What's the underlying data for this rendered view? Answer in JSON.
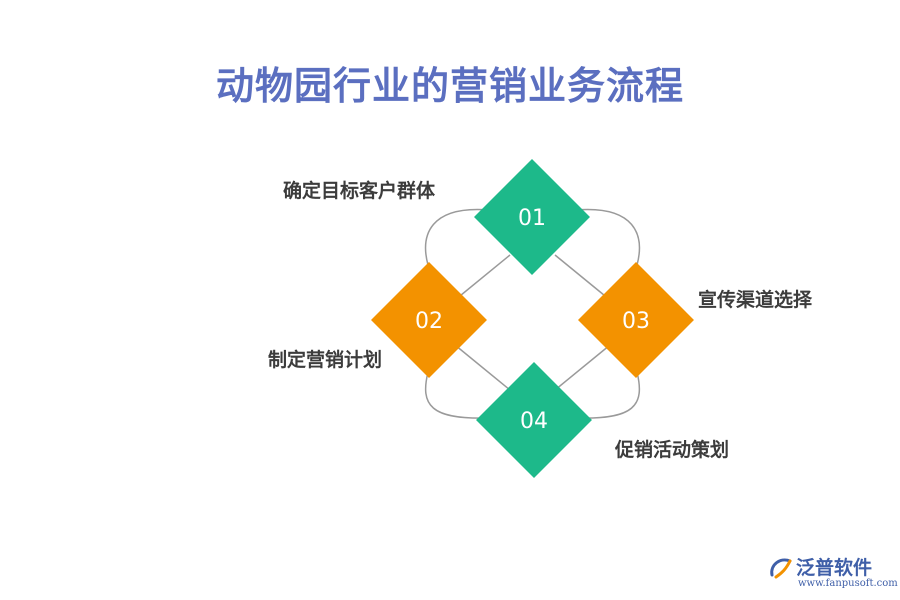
{
  "title": "动物园行业的营销业务流程",
  "colors": {
    "title": "#5b6fc0",
    "green": "#1db98a",
    "orange": "#f39200",
    "connector": "#9a9a9a"
  },
  "steps": [
    {
      "number": "01",
      "label": "确定目标客户群体",
      "color": "green"
    },
    {
      "number": "02",
      "label": "制定营销计划",
      "color": "orange"
    },
    {
      "number": "03",
      "label": "宣传渠道选择",
      "color": "orange"
    },
    {
      "number": "04",
      "label": "促销活动策划",
      "color": "green"
    }
  ],
  "logo": {
    "name": "泛普软件",
    "url": "www.fanpusoft.com"
  }
}
